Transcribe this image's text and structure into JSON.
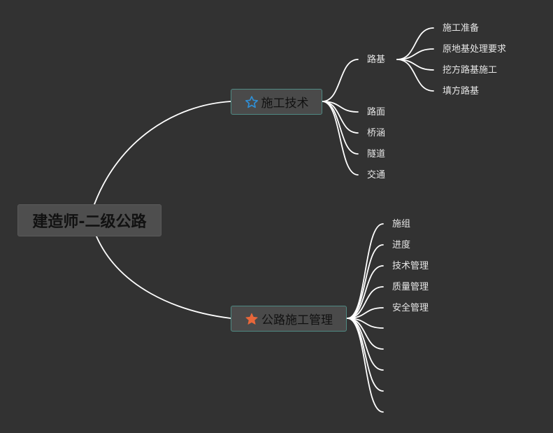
{
  "root": {
    "label": "建造师-二级公路"
  },
  "branches": [
    {
      "label": "施工技术",
      "star_icon": "star-outline-icon",
      "star_color": "#2f8fd6",
      "children": [
        {
          "label": "路基",
          "children": [
            "施工准备",
            "原地基处理要求",
            "挖方路基施工",
            "填方路基"
          ]
        },
        {
          "label": "路面"
        },
        {
          "label": "桥涵"
        },
        {
          "label": "隧道"
        },
        {
          "label": "交通"
        }
      ]
    },
    {
      "label": "公路施工管理",
      "star_icon": "star-filled-icon",
      "star_color": "#e8673a",
      "children": [
        {
          "label": "施组"
        },
        {
          "label": "进度"
        },
        {
          "label": "技术管理"
        },
        {
          "label": "质量管理"
        },
        {
          "label": "安全管理"
        },
        {
          "label": ""
        },
        {
          "label": ""
        },
        {
          "label": ""
        },
        {
          "label": ""
        },
        {
          "label": ""
        }
      ]
    }
  ],
  "colors": {
    "background": "#323232",
    "line": "#ffffff",
    "node_border": "#4f8a83"
  }
}
